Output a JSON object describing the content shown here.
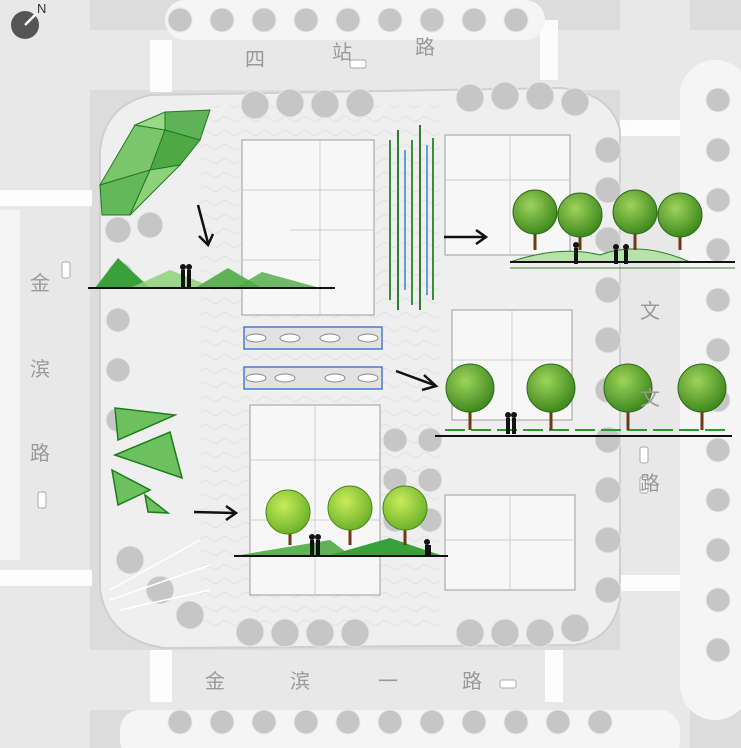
{
  "compass": {
    "label": "N",
    "icon": "north-arrow-icon"
  },
  "roads": {
    "north": [
      "四",
      "站",
      "路"
    ],
    "south": [
      "金",
      "滨",
      "一",
      "路"
    ],
    "west": [
      "金",
      "滨",
      "路"
    ],
    "east": [
      "文",
      "文",
      "路"
    ]
  },
  "colors": {
    "background": "#d9d9d9",
    "plaza": "#efefef",
    "road": "#e6e6e6",
    "tree": "#bdbdbd",
    "green_light": "#8fd17a",
    "green_dark": "#2e9a2e",
    "water_frame": "#4a78d8",
    "tree_canopy": "#5aa02c"
  }
}
